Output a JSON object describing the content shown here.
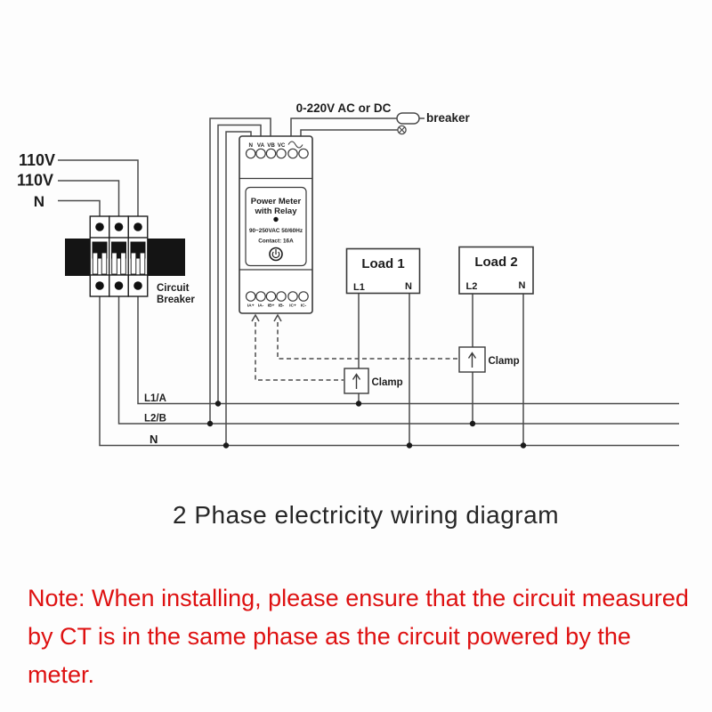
{
  "title": "2 Phase electricity wiring diagram",
  "note": {
    "line1": "Note: When installing, please ensure that the circuit measured",
    "line2": "by CT is in the same phase as the circuit powered by the meter."
  },
  "supply": {
    "voltage_label": "0-220V AC or DC",
    "breaker_label": "breaker"
  },
  "inputs": {
    "line1": "110V",
    "line2": "110V",
    "neutral": "N"
  },
  "breaker": {
    "label_line1": "Circuit",
    "label_line2": "Breaker"
  },
  "meter": {
    "name_line1": "Power Meter",
    "name_line2": "with Relay",
    "spec_line1": "90~250VAC 50/60Hz",
    "spec_line2": "Contact: 16A",
    "terminals_top": [
      "N",
      "VA",
      "VB",
      "VC"
    ],
    "terminals_bottom": [
      "IA+",
      "IA-",
      "IB+",
      "IB-",
      "IC+",
      "IC-"
    ]
  },
  "loads": [
    {
      "title": "Load 1",
      "terminal_left": "L1",
      "terminal_right": "N"
    },
    {
      "title": "Load 2",
      "terminal_left": "L2",
      "terminal_right": "N"
    }
  ],
  "clamps": [
    {
      "label": "Clamp"
    },
    {
      "label": "Clamp"
    }
  ],
  "buses": {
    "l1a": "L1/A",
    "l2b": "L2/B",
    "n": "N"
  },
  "colors": {
    "wire": "#4b4b4b",
    "ink": "#1d1d1d",
    "red": "#de1111",
    "breaker_black": "#141414"
  }
}
